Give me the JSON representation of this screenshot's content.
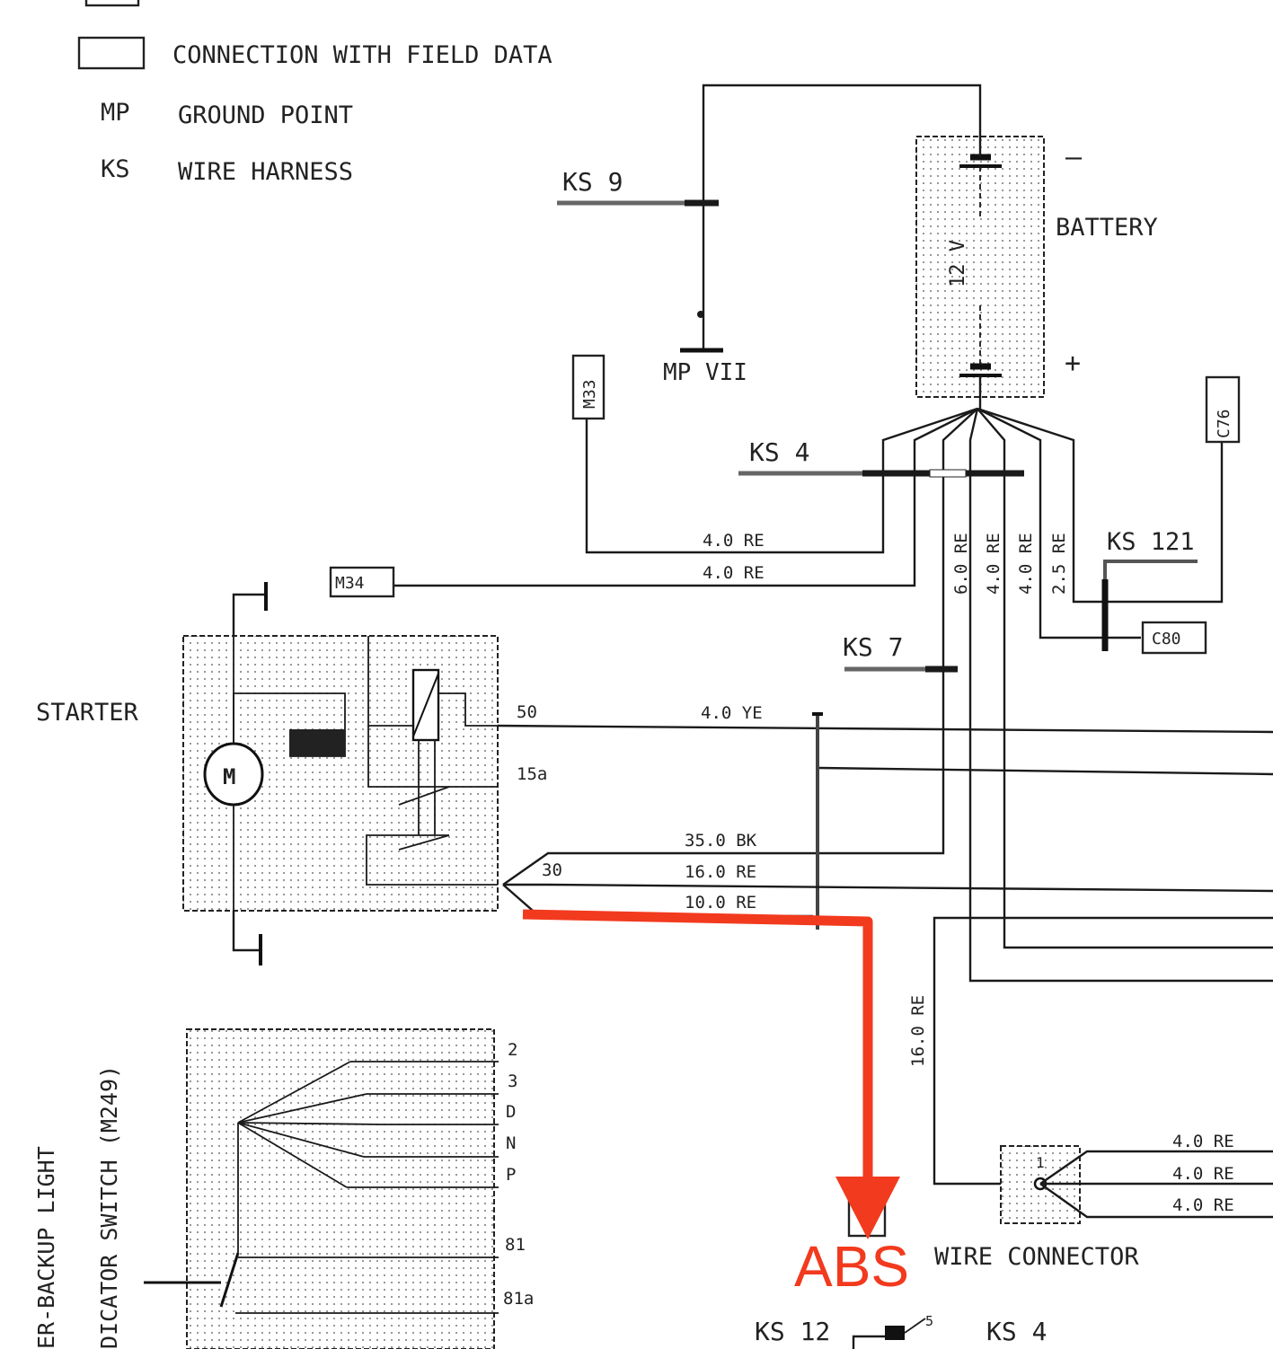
{
  "legend": {
    "connection": "CONNECTION WITH FIELD DATA",
    "mp_abbr": "MP",
    "mp_text": "GROUND POINT",
    "ks_abbr": "KS",
    "ks_text": "WIRE HARNESS"
  },
  "components": {
    "battery": "BATTERY",
    "battery_voltage": "12 V",
    "battery_minus": "–",
    "battery_plus": "+",
    "starter": "STARTER",
    "starter_motor": "M",
    "wire_connector": "WIRE CONNECTOR",
    "wire_connector_pin": "1",
    "ground": "MP VII",
    "switch_label_1": "DICATOR SWITCH (M249)",
    "switch_label_2": "ER-BACKUP LIGHT"
  },
  "harnesses": [
    "KS 9",
    "KS 4",
    "KS 121",
    "KS 7",
    "KS 12",
    "KS 4"
  ],
  "connectors": [
    "M33",
    "M34",
    "C76",
    "C80"
  ],
  "terminals": [
    "50",
    "15a",
    "30",
    "2",
    "3",
    "D",
    "N",
    "P",
    "81",
    "81a",
    "5"
  ],
  "wires": [
    "4.0 RE",
    "4.0 RE",
    "6.0 RE",
    "4.0 RE",
    "4.0 RE",
    "2.5 RE",
    "4.0 YE",
    "35.0 BK",
    "16.0 RE",
    "10.0 RE",
    "16.0 RE",
    "4.0 RE",
    "4.0 RE",
    "4.0 RE"
  ],
  "annotation": {
    "text": "ABS",
    "color": "#f23a1e"
  }
}
